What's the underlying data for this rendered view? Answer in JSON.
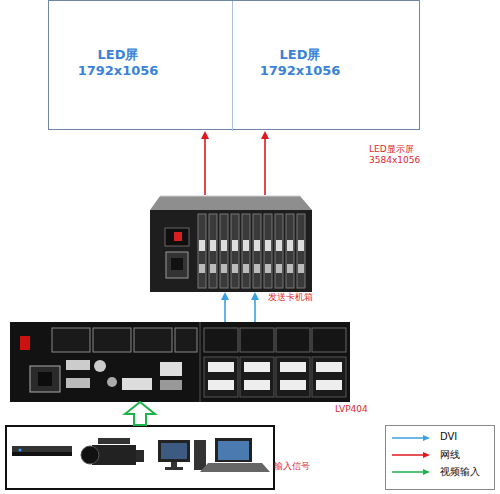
{
  "diagram": {
    "nodes": [
      {
        "text": [
          "LED显示屏 3584x1056"
        ]
      },
      {
        "text": [
          "LED屏 1792x1056"
        ],
        "in": 0
      },
      {
        "text": [
          "LED屏 1792x1056"
        ],
        "in": 0
      },
      {
        "text": [
          "发送卡机箱"
        ]
      },
      {
        "text": [
          "LVP404"
        ]
      },
      {
        "text": [
          "输入信号"
        ]
      }
    ],
    "edges": [
      {
        "from": 3,
        "to": 1,
        "arrow": "to"
      },
      {
        "from": 3,
        "to": 2,
        "arrow": "to"
      },
      {
        "from": 4,
        "to": 3,
        "arrow": "to"
      },
      {
        "from": 4,
        "to": 3,
        "arrow": "to"
      },
      {
        "from": 5,
        "to": 4,
        "arrow": "to"
      }
    ],
    "legend": [
      {
        "text": "DVI"
      },
      {
        "text": "网线"
      },
      {
        "text": "视频输入"
      }
    ]
  }
}
